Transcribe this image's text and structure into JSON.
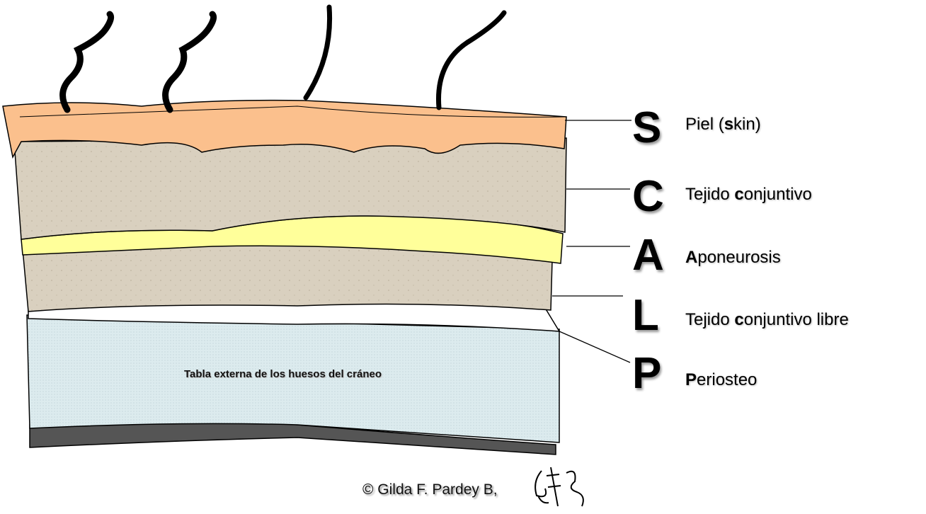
{
  "layers": [
    {
      "letter": "S",
      "label_pre": "Piel (",
      "label_bold": "s",
      "label_post": "kin)",
      "color": "#fbc08d"
    },
    {
      "letter": "C",
      "label_pre": "Tejido ",
      "label_bold": "c",
      "label_post": "onjuntivo",
      "color": "#d9d0bf"
    },
    {
      "letter": "A",
      "label_pre": "",
      "label_bold": "A",
      "label_post": "poneurosis",
      "color": "#ffff9a"
    },
    {
      "letter": "L",
      "label_pre": "Tejido ",
      "label_bold": "c",
      "label_post": "onjuntivo libre",
      "color": "#d9d0bf"
    },
    {
      "letter": "P",
      "label_pre": "",
      "label_bold": "P",
      "label_post": "eriosteo",
      "color": "#ffffff"
    }
  ],
  "bone_label": "Tabla externa de los huesos del cráneo",
  "credit": "© Gilda F. Pardey B,",
  "signature": "GFPB"
}
